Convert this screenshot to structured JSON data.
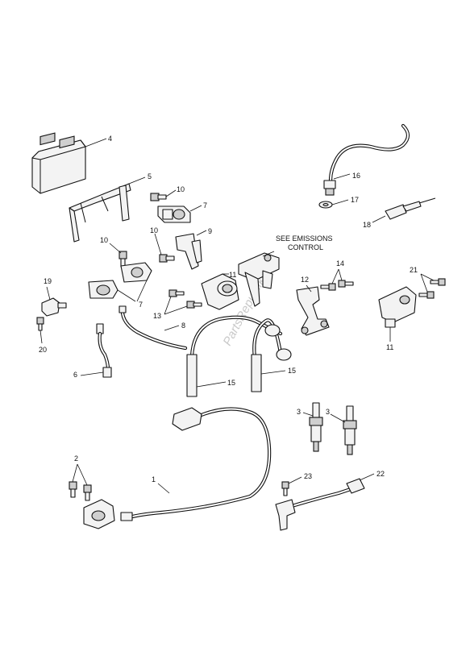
{
  "callouts": {
    "c1": "1",
    "c2": "2",
    "c3": "3",
    "c3b": "3",
    "c4": "4",
    "c5": "5",
    "c6": "6",
    "c7a": "7",
    "c7b": "7",
    "c8": "8",
    "c9": "9",
    "c10a": "10",
    "c10b": "10",
    "c10c": "10",
    "c11a": "11",
    "c11b": "11",
    "c12": "12",
    "c13": "13",
    "c14": "14",
    "c15a": "15",
    "c15b": "15",
    "c16": "16",
    "c17": "17",
    "c18": "18",
    "c19": "19",
    "c20": "20",
    "c21": "21",
    "c22": "22",
    "c23": "23"
  },
  "note": {
    "line1": "SEE EMISSIONS",
    "line2": "CONTROL"
  },
  "watermark": "PartsRepublik"
}
